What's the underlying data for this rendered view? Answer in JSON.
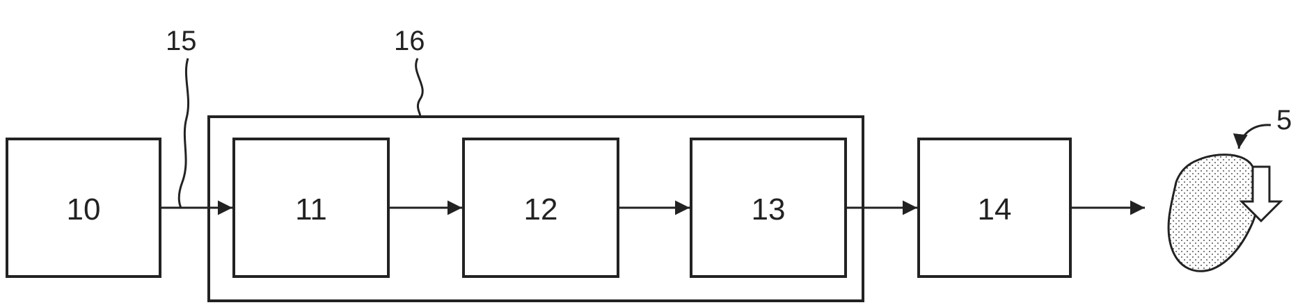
{
  "blocks": {
    "b10": "10",
    "b11": "11",
    "b12": "12",
    "b13": "13",
    "b14": "14"
  },
  "references": {
    "r15": "15",
    "r16": "16",
    "r5": "5"
  },
  "colors": {
    "stroke": "#222222",
    "background": "#ffffff",
    "object_stipple": "#555555"
  },
  "icons": {
    "object": "stippled-blob-icon",
    "direction": "down-arrow-icon"
  }
}
